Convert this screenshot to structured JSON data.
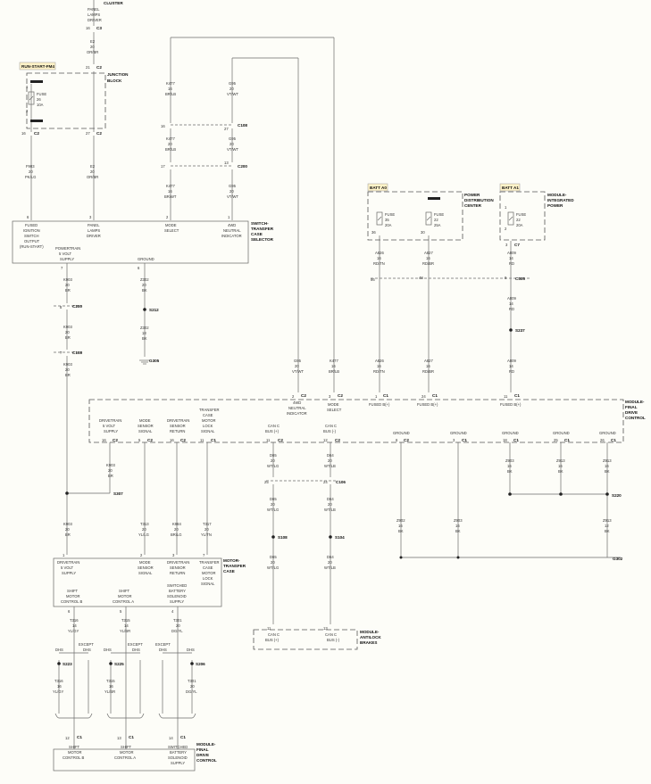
{
  "top": {
    "cluster": "CLUSTER",
    "panel_lamps_driver": [
      "PANEL",
      "LAMPS",
      "DRIVER"
    ],
    "c3_pin": "16",
    "c3": "C3",
    "e2_wire": [
      "E2",
      "20",
      "OR/BR"
    ]
  },
  "junction": {
    "run_start_fm4": "RUN-START-FM4",
    "pin_21": "21",
    "c2_top": "C2",
    "label": [
      "JUNCTION",
      "BLOCK"
    ],
    "fuse": [
      "FUSE",
      "26",
      "10A"
    ],
    "pin_1": "1",
    "pin_2": "2",
    "pin_16": "16",
    "c2_left": "C2",
    "pin_27": "27",
    "c2_right": "C2",
    "f903_wire": [
      "F903",
      "20",
      "PK/LG"
    ],
    "e2_wire": [
      "E2",
      "20",
      "OR/BR"
    ]
  },
  "mid_wires": {
    "k477_top": [
      "K477",
      "16",
      "BR/LB"
    ],
    "g95_top": [
      "G95",
      "20",
      "VT/WT"
    ],
    "pin_16": "16",
    "pin_27": "27",
    "c108": "C108",
    "k477_mid": [
      "K477",
      "20",
      "BR/LB"
    ],
    "g95_mid": [
      "G95",
      "20",
      "VT/WT"
    ],
    "pin_17": "17",
    "pin_13": "13",
    "c200": "C200",
    "k477_low": [
      "K477",
      "16",
      "BR/WT"
    ],
    "g95_low": [
      "G95",
      "20",
      "VT/WT"
    ]
  },
  "switch": {
    "pin_6a": "6",
    "pin_3": "3",
    "pin_2": "2",
    "pin_1": "1",
    "fused_ignition": [
      "FUSED",
      "IGNITION",
      "SWITCH",
      "OUTPUT",
      "(RUN-START)"
    ],
    "panel_lamps": [
      "PANEL",
      "LAMPS",
      "DRIVER"
    ],
    "mode_select": [
      "MODE",
      "SELECT"
    ],
    "4wd_neutral": [
      "4WD",
      "NEUTRAL",
      "INDICATOR"
    ],
    "label": [
      "SWITCH-",
      "TRANSFER",
      "CASE",
      "SELECTOR"
    ],
    "pt_5volt": [
      "POWERTRAIN",
      "5 VOLT",
      "SUPPLY"
    ],
    "ground": "GROUND",
    "pin_7": "7",
    "pin_6b": "6"
  },
  "left_chain": {
    "k903_a": [
      "K903",
      "20",
      "BR"
    ],
    "pin_8": "8",
    "c200": "C200",
    "k903_b": [
      "K903",
      "20",
      "BR"
    ],
    "pin_7": "7",
    "c108": "C108",
    "k903_c": [
      "K903",
      "20",
      "BR"
    ],
    "z302_a": [
      "Z302",
      "20",
      "BK"
    ],
    "s212": "S212",
    "z302_b": [
      "Z302",
      "18",
      "BK"
    ],
    "g305": "G305"
  },
  "pdc": {
    "batt_a0": "BATT A0",
    "label": [
      "POWER",
      "DISTRIBUTION",
      "CENTER"
    ],
    "fuse_a": [
      "FUSE",
      "35",
      "20A"
    ],
    "fuse_b": [
      "FUSE",
      "22",
      "25A"
    ],
    "pin_36": "36",
    "pin_30": "30",
    "a826_a": [
      "A826",
      "16",
      "RD/TN"
    ],
    "a827_a": [
      "A827",
      "16",
      "RD/BR"
    ],
    "pin_86": "86",
    "pin_48": "48",
    "a826_b": [
      "A826",
      "16",
      "RD/TN"
    ],
    "a827_b": [
      "A827",
      "16",
      "RD/BR"
    ]
  },
  "tipm": {
    "batt_a1": "BATT A1",
    "label": [
      "MODULE-",
      "INTEGRATED",
      "POWER"
    ],
    "fuse": [
      "FUSE",
      "22",
      "20A"
    ],
    "pin_1": "1",
    "pin_2": "2",
    "pin_3": "3",
    "c7": "C7",
    "a809_a": [
      "A809",
      "14",
      "RD"
    ],
    "pin_9": "9",
    "c305": "C305",
    "a809_b": [
      "A809",
      "14",
      "RD"
    ],
    "s237": "S237",
    "a809_c": [
      "A809",
      "14",
      "RD"
    ]
  },
  "fdcm_top_wires": {
    "g95": [
      "G95",
      "20",
      "VT/WT"
    ],
    "k477": [
      "K477",
      "16",
      "BR/LB"
    ],
    "pin_2a": "2",
    "c2a": "C2",
    "pin_3": "3",
    "c2b": "C2",
    "pin_1": "1",
    "c1a": "C1",
    "pin_24": "24",
    "c1b": "C1",
    "pin_11": "11",
    "c1c": "C1"
  },
  "fdcm": {
    "label": [
      "MODULE-",
      "FINAL",
      "DRIVE",
      "CONTROL"
    ],
    "4wd_neutral": [
      "4WD",
      "NEUTRAL",
      "INDICATOR"
    ],
    "mode_select": [
      "MODE",
      "SELECT"
    ],
    "fused_b_a": "FUSED B(+)",
    "fused_b_b": "FUSED B(+)",
    "fused_b_c": "FUSED B(+)",
    "dt_5volt": [
      "DRIVETRAIN",
      "5 VOLT",
      "SUPPLY"
    ],
    "mode_sensor": [
      "MODE",
      "SENSOR",
      "SIGNAL"
    ],
    "dt_sensor_return": [
      "DRIVETRAIN",
      "SENSOR",
      "RETURN"
    ],
    "tc_motor_lock": [
      "TRANSFER",
      "CASE",
      "MOTOR",
      "LOCK",
      "SIGNAL"
    ],
    "can_c_plus": [
      "CAN C",
      "BUS (+)"
    ],
    "can_c_minus": [
      "CAN C",
      "BUS (-)"
    ],
    "ground_a": "GROUND",
    "ground_b": "GROUND",
    "ground_c": "GROUND",
    "ground_d": "GROUND",
    "ground_e": "GROUND",
    "p16": "16",
    "c2_16": "C2",
    "p5": "5",
    "c2_5": "C2",
    "p16b": "16",
    "c2_16b": "C2",
    "p11": "11",
    "c1_11": "C1",
    "p11b": "11",
    "c2_11": "C2",
    "p12": "12",
    "c2_12": "C2",
    "p6": "6",
    "c2_6": "C2",
    "p3": "3",
    "c1_3": "C1",
    "p18": "18",
    "c1_18": "C1",
    "p25": "25",
    "c1_25": "C1",
    "p26": "26",
    "c1_26": "C1"
  },
  "fdcm_low_wires": {
    "k903": [
      "K903",
      "20",
      "BR"
    ],
    "s307": "S307",
    "k903_b": [
      "K903",
      "20",
      "BR"
    ],
    "t313": [
      "T313",
      "20",
      "YL/LG"
    ],
    "k984": [
      "K984",
      "20",
      "BR/LG"
    ],
    "t317": [
      "T317",
      "20",
      "YL/TN"
    ],
    "d65_a": [
      "D65",
      "20",
      "WT/LG"
    ],
    "d64_a": [
      "D64",
      "20",
      "WT/LB"
    ],
    "pin_25": "25",
    "pin_24": "24",
    "c106": "C106",
    "d65_b": [
      "D65",
      "20",
      "WT/LG"
    ],
    "d64_b": [
      "D64",
      "20",
      "WT/LB"
    ],
    "s108": "S108",
    "s104": "S104",
    "d65_c": [
      "D65",
      "20",
      "WT/LG"
    ],
    "d64_c": [
      "D64",
      "20",
      "WT/LB"
    ],
    "z903_a": [
      "Z903",
      "16",
      "BK"
    ],
    "z913_a": [
      "Z913",
      "16",
      "BK"
    ],
    "z913_b": [
      "Z913",
      "16",
      "BK"
    ],
    "s220": "S220",
    "z902": [
      "Z902",
      "16",
      "BK"
    ],
    "z903_b": [
      "Z903",
      "16",
      "BK"
    ],
    "z913_c": [
      "Z913",
      "12",
      "BK"
    ],
    "g302": "G302"
  },
  "motor": {
    "label": [
      "MOTOR-",
      "TRANSFER",
      "CASE"
    ],
    "pin_1": "1",
    "pin_2": "2",
    "pin_3": "3",
    "pin_7": "7",
    "dt_5volt": [
      "DRIVETRAIN",
      "5 VOLT",
      "SUPPLY"
    ],
    "mode_sensor": [
      "MODE",
      "SENSOR",
      "SIGNAL"
    ],
    "dt_sensor_return": [
      "DRIVETRAIN",
      "SENSOR",
      "RETURN"
    ],
    "tc_motor_lock": [
      "TRANSFER",
      "CASE",
      "MOTOR",
      "LOCK",
      "SIGNAL"
    ],
    "shift_a": [
      "SHIFT",
      "MOTOR",
      "CONTROL B"
    ],
    "shift_b": [
      "SHIFT",
      "MOTOR",
      "CONTROL A"
    ],
    "switched_battery": [
      "SWITCHED",
      "BATTERY",
      "SOLENOID",
      "SUPPLY"
    ],
    "pin_6": "6",
    "pin_5": "5",
    "pin_4": "4",
    "t316": [
      "T316",
      "14",
      "YL/GY"
    ],
    "t315": [
      "T315",
      "14",
      "YL/BR"
    ],
    "t301": [
      "T301",
      "20",
      "DG/YL"
    ]
  },
  "abs": {
    "pin_11": "11",
    "pin_13": "13",
    "can_c_plus": [
      "CAN C",
      "BUS (+)"
    ],
    "can_c_minus": [
      "CAN C",
      "BUS (-)"
    ],
    "label": [
      "MODULE-",
      "ANTILOCK",
      "BRAKES"
    ]
  },
  "bottom": {
    "dhs_a": "DHS",
    "except_dhs_a": [
      "EXCEPT",
      "DHS"
    ],
    "dhs_b": "DHS",
    "except_dhs_b": [
      "EXCEPT",
      "DHS"
    ],
    "except_dhs_c": [
      "EXCEPT",
      "DHS"
    ],
    "dhs_c": "DHS",
    "s223": "S223",
    "s225": "S225",
    "s206": "S206",
    "t316": [
      "T316",
      "16",
      "YL/GY"
    ],
    "t315": [
      "T315",
      "16",
      "YL/BR"
    ],
    "t301": [
      "T301",
      "20",
      "DG/YL"
    ],
    "p12": "12",
    "c1a": "C1",
    "p13": "13",
    "c1b": "C1",
    "p14": "14",
    "c1c": "C1",
    "shift_a": [
      "SHIFT",
      "MOTOR",
      "CONTROL B"
    ],
    "shift_b": [
      "SHIFT",
      "MOTOR",
      "CONTROL A"
    ],
    "switched_battery": [
      "SWITCHED",
      "BATTERY",
      "SOLENOID",
      "SUPPLY"
    ],
    "label": [
      "MODULE-",
      "FINAL",
      "DRIVE",
      "CONTROL"
    ]
  }
}
